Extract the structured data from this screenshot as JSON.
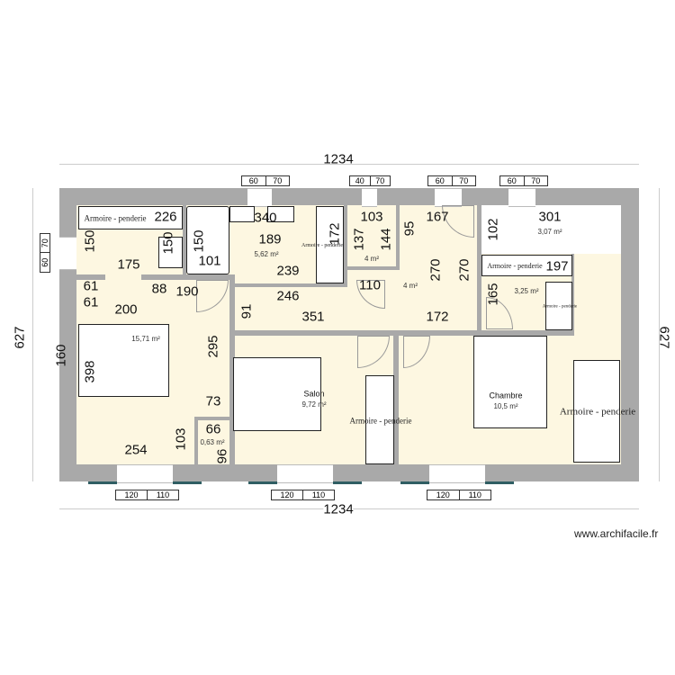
{
  "overall": {
    "width_top": "1234",
    "width_bottom": "1234",
    "height_left": "627",
    "height_right": "627"
  },
  "rooms": [
    {
      "name": "",
      "area": "15,71 m²"
    },
    {
      "name": "",
      "area": "5,62 m²"
    },
    {
      "name": "",
      "area": "4 m²"
    },
    {
      "name": "",
      "area": "4 m²"
    },
    {
      "name": "",
      "area": "3,07 m²"
    },
    {
      "name": "",
      "area": "3,25 m²"
    },
    {
      "name": "Salon",
      "area": "9,72 m²"
    },
    {
      "name": "Chambre",
      "area": "10,5 m²"
    },
    {
      "name": "",
      "area": "0,63 m²"
    }
  ],
  "furniture": {
    "wardrobe_1": "Armoire - penderie",
    "wardrobe_2": "Armoire - penderie",
    "wardrobe_3": "Armoire - penderie",
    "wardrobe_4": "Armoire - penderie",
    "wardrobe_5": "Armoire - penderie",
    "wardrobe_6": "Armoire - penderie"
  },
  "windows": [
    {
      "a": "60",
      "b": "70"
    },
    {
      "a": "40",
      "b": "70"
    },
    {
      "a": "60",
      "b": "70"
    },
    {
      "a": "60",
      "b": "70"
    },
    {
      "a": "60",
      "b": "70"
    },
    {
      "a": "120",
      "b": "110"
    },
    {
      "a": "120",
      "b": "110"
    },
    {
      "a": "120",
      "b": "110"
    }
  ],
  "dims": [
    "226",
    "150",
    "150",
    "150",
    "101",
    "340",
    "189",
    "172",
    "103",
    "137",
    "144",
    "95",
    "167",
    "301",
    "102",
    "175",
    "61",
    "61",
    "88",
    "190",
    "239",
    "246",
    "110",
    "270",
    "270",
    "197",
    "165",
    "200",
    "91",
    "351",
    "172",
    "160",
    "398",
    "295",
    "73",
    "66",
    "96",
    "103",
    "254"
  ],
  "watermark": "www.archifacile.fr"
}
